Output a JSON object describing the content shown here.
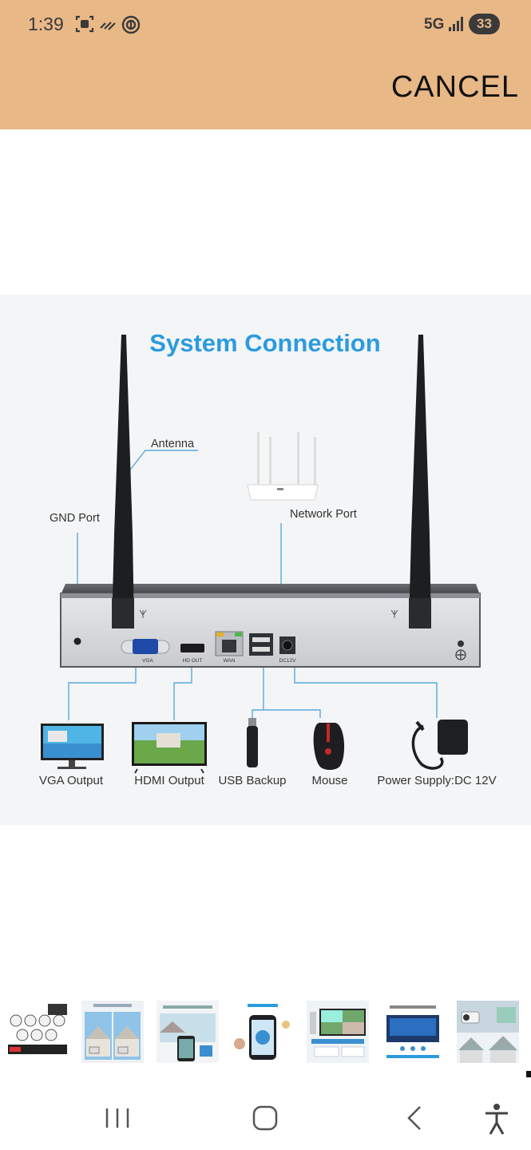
{
  "status_bar": {
    "time": "1:39",
    "network": "5G",
    "battery": "33",
    "icons": [
      "screenshot-icon",
      "wifi-calling-icon",
      "signal-app-icon",
      "signal-bars-icon"
    ]
  },
  "header": {
    "cancel_label": "CANCEL",
    "background_color": "#e9b887"
  },
  "product_image": {
    "title": "System Connection",
    "title_color": "#2b9be0",
    "labels": {
      "antenna": "Antenna",
      "gnd_port": "GND Port",
      "network_port": "Network Port",
      "port_vga": "VGA",
      "port_hdout": "HD OUT",
      "port_wan": "WAN",
      "port_dc": "DC12V"
    },
    "devices": [
      "VGA Output",
      "HDMI Output",
      "USB Backup",
      "Mouse",
      "Power Supply:DC 12V"
    ]
  },
  "thumbnails": [
    "thumbnail-nvr-kit",
    "thumbnail-houses",
    "thumbnail-remote-view",
    "thumbnail-phone-app",
    "thumbnail-monitor",
    "thumbnail-playback",
    "thumbnail-camera-houses"
  ],
  "navigation": [
    "recent-apps",
    "home",
    "back",
    "accessibility"
  ]
}
